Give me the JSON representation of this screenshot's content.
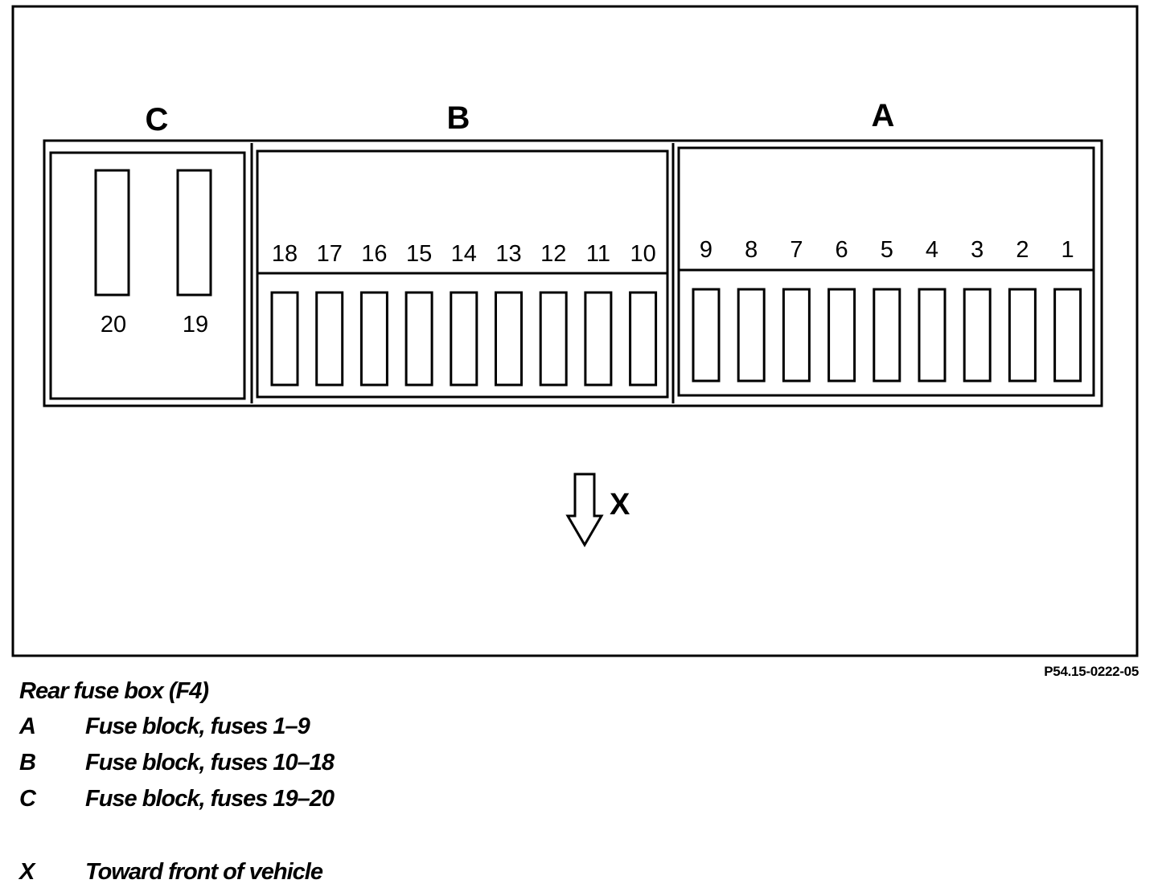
{
  "diagram": {
    "blocks": [
      {
        "id": "C",
        "label": "C",
        "fuses": [
          "20",
          "19"
        ]
      },
      {
        "id": "B",
        "label": "B",
        "fuses": [
          "18",
          "17",
          "16",
          "15",
          "14",
          "13",
          "12",
          "11",
          "10"
        ]
      },
      {
        "id": "A",
        "label": "A",
        "fuses": [
          "9",
          "8",
          "7",
          "6",
          "5",
          "4",
          "3",
          "2",
          "1"
        ]
      }
    ],
    "direction_label": "X"
  },
  "figure_id": "P54.15-0222-05",
  "caption": {
    "title": "Rear fuse box (F4)",
    "legend": [
      {
        "key": "A",
        "text": "Fuse block, fuses 1–9"
      },
      {
        "key": "B",
        "text": "Fuse block, fuses 10–18"
      },
      {
        "key": "C",
        "text": "Fuse block, fuses 19–20"
      },
      {
        "key": "X",
        "text": "Toward front of vehicle"
      }
    ]
  }
}
